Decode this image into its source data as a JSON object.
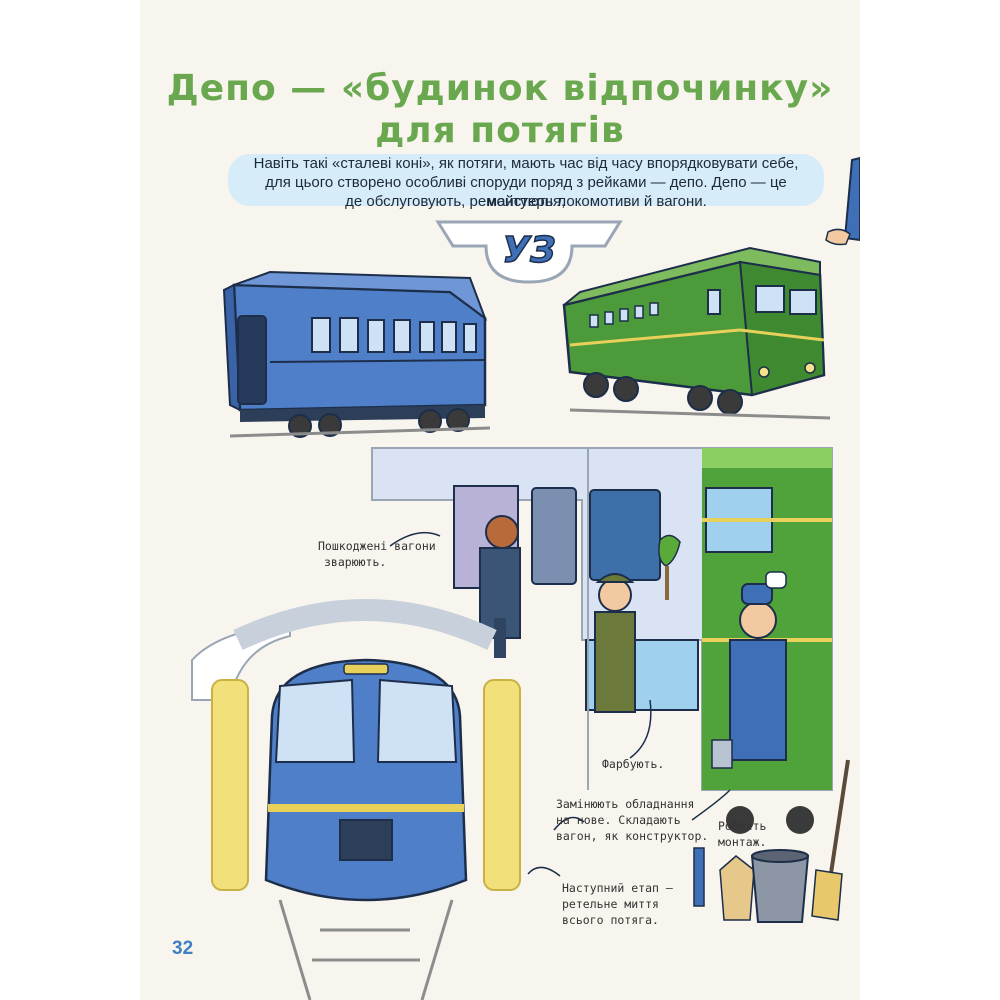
{
  "title": {
    "line1": "Депо — «будинок відпочинку»",
    "line2": "для потягів"
  },
  "intro": {
    "line1": "Навіть такі «сталеві коні», як потяги, мають час від часу впорядковувати себе,",
    "line2": "для цього створено особливі споруди поряд з рейками — депо. Депо — це майстерня,",
    "line3": "де обслуговують, ремонтують локомотиви й вагони."
  },
  "logo": {
    "text": "УЗ"
  },
  "notes": {
    "welding": {
      "line1": "Пошкоджені вагони",
      "line2": "зварюють."
    },
    "painting": {
      "line1": "Фарбують."
    },
    "replace": {
      "line1": "Замінюють обладнання",
      "line2": "на нове. Складають",
      "line3": "вагон, як конструктор."
    },
    "mount": {
      "line1": "Роблять",
      "line2": "монтаж."
    },
    "wash": {
      "line1": "Наступний етап –",
      "line2": "ретельне миття",
      "line3": "всього потяга."
    }
  },
  "page_number": "32",
  "colors": {
    "title_green": "#6aa84f",
    "intro_bg": "#d6ecf8",
    "carriage_blue": "#4f7fc8",
    "locomotive_green": "#4c9a3a",
    "page_number_blue": "#3f7fc4"
  }
}
